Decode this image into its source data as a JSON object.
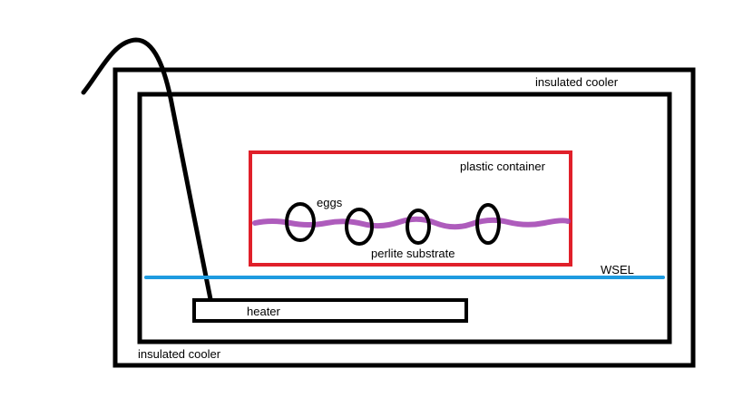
{
  "labels": {
    "outer_cooler_top": "insulated cooler",
    "outer_cooler_bottom": "insulated cooler",
    "plastic_container": "plastic container",
    "eggs": "eggs",
    "perlite_substrate": "perlite substrate",
    "wsel": "WSEL",
    "heater": "heater"
  },
  "colors": {
    "outline": "#000000",
    "container": "#e0202a",
    "water_line": "#1e9be0",
    "substrate": "#a040b0"
  }
}
